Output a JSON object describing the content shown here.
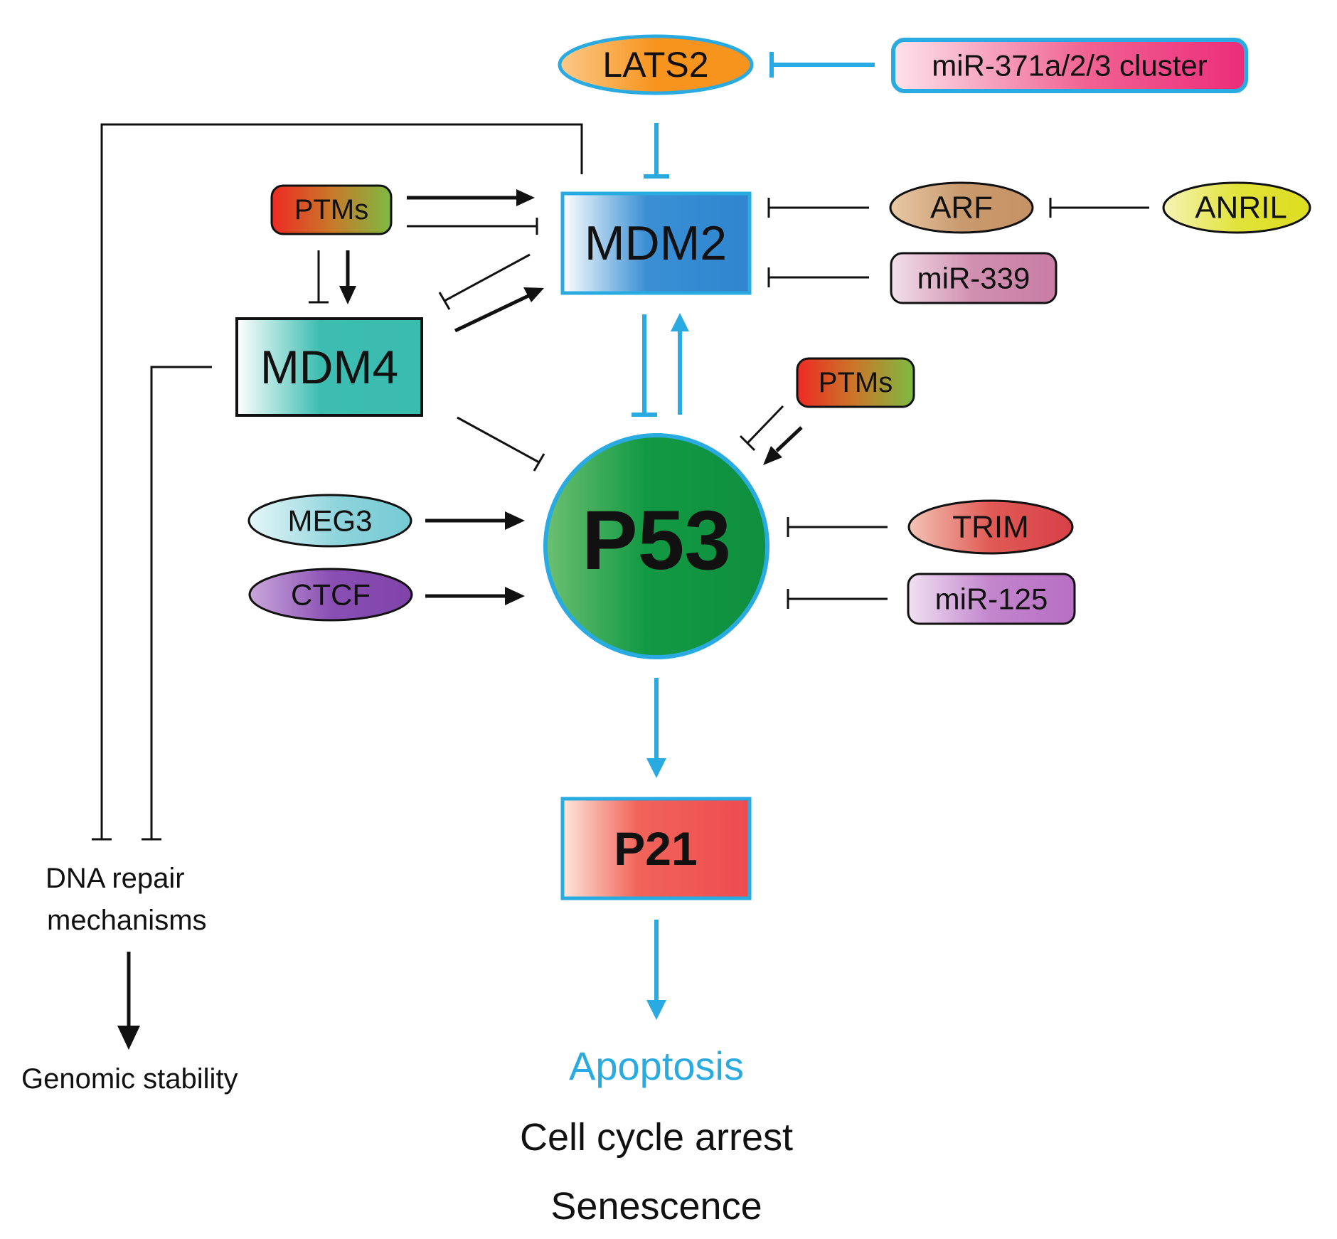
{
  "nodes": {
    "lats2": "LATS2",
    "mir371": "miR-371a/2/3 cluster",
    "mdm2": "MDM2",
    "arf": "ARF",
    "anril": "ANRIL",
    "mir339": "miR-339",
    "ptms_top": "PTMs",
    "mdm4": "MDM4",
    "ptms_right": "PTMs",
    "p53": "P53",
    "meg3": "MEG3",
    "ctcf": "CTCF",
    "trim": "TRIM",
    "mir125": "miR-125",
    "p21": "P21"
  },
  "outcomes": {
    "dna_repair_line1": "DNA repair",
    "dna_repair_line2": "mechanisms",
    "genomic_stability": "Genomic stability",
    "apoptosis": "Apoptosis",
    "cell_cycle_arrest": "Cell cycle arrest",
    "senescence": "Senescence"
  },
  "colors": {
    "accent_blue": "#29abe2",
    "edge_black": "#111111"
  }
}
